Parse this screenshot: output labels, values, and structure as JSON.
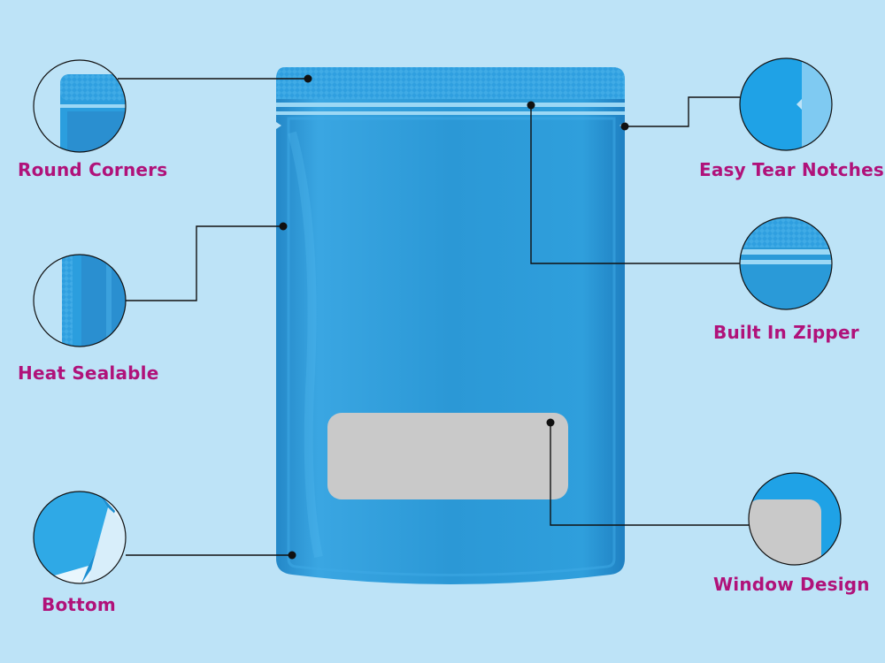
{
  "colors": {
    "background": "#bde3f7",
    "pouch": "#2a9ad8",
    "label_text": "#b0127a",
    "window": "#c9c9c9",
    "leader_line": "#111111"
  },
  "features": {
    "round_corners": "Round Corners",
    "heat_sealable": "Heat Sealable",
    "bottom": "Bottom",
    "easy_tear_notches": "Easy Tear Notches",
    "built_in_zipper": "Built In Zipper",
    "window_design": "Window Design"
  }
}
